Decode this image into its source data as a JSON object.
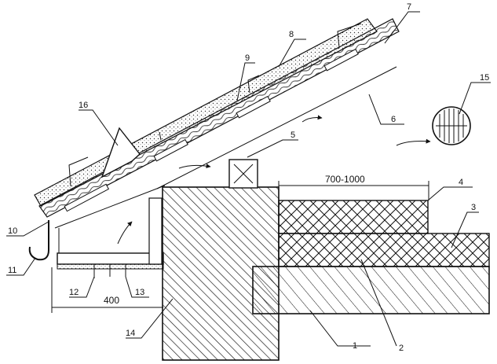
{
  "callouts": [
    {
      "id": "1",
      "label": "1"
    },
    {
      "id": "2",
      "label": "2"
    },
    {
      "id": "3",
      "label": "3"
    },
    {
      "id": "4",
      "label": "4"
    },
    {
      "id": "5",
      "label": "5"
    },
    {
      "id": "6",
      "label": "6"
    },
    {
      "id": "7",
      "label": "7"
    },
    {
      "id": "8",
      "label": "8"
    },
    {
      "id": "9",
      "label": "9"
    },
    {
      "id": "10",
      "label": "10"
    },
    {
      "id": "11",
      "label": "11"
    },
    {
      "id": "12",
      "label": "12"
    },
    {
      "id": "13",
      "label": "13"
    },
    {
      "id": "14",
      "label": "14"
    },
    {
      "id": "15",
      "label": "15"
    },
    {
      "id": "16",
      "label": "16"
    }
  ],
  "dimensions": {
    "insulation_overhang": "700-1000",
    "eaves_width": "400"
  }
}
